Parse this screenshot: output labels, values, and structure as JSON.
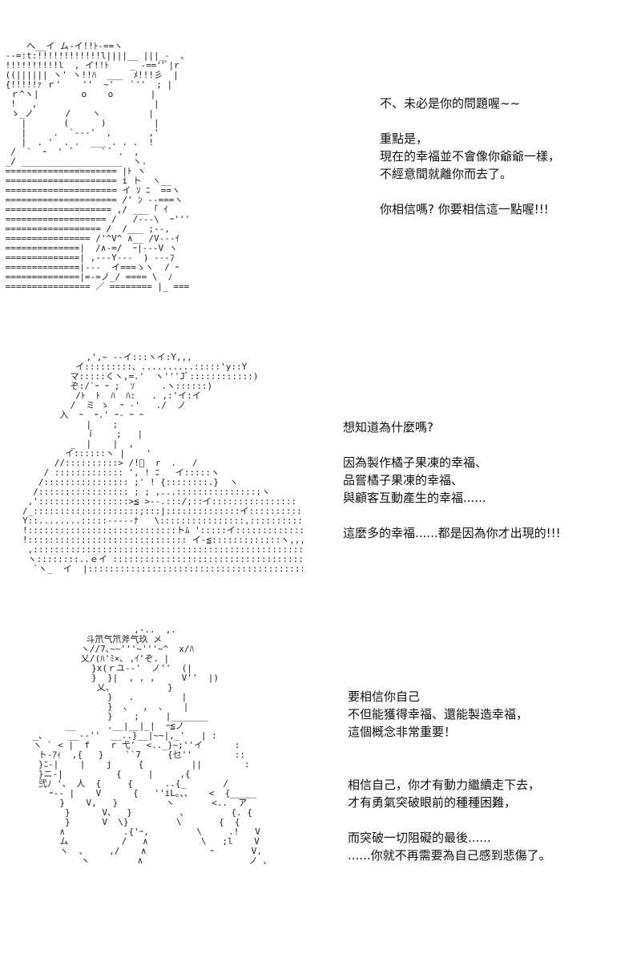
{
  "panels": [
    {
      "art": "     へ__イ ム-イ!!ﾄ-==ヽ\n --=:t:!!!!!!!!!!!!l||||__ |||_-  、\n !!!!!!!!!!l  , イ!!ﾄ    _ -==''ﾞ|r\n ((|||||| ヽ' ヽ!!ﾊ  ___  ﾒ!!!彡  |\n {!!!!!ｧ ｒ'    ''  ~'   `''  ; |\n  ｒ^ヽ|        o    o       |\n  !   ,                      |\n  ゝ_ノ      /    ヽ         |\n    |       (      )         |\n    |     .  `---'  ,       ,'\n    |  . '  . .  ___ . . .  !\n  /  `  ｰ  '  ﾞ     ` ﾞ .  ,\n _/ ___________________  ヽ.\n ===================== |ﾄ ヽ\n ===================== i ト  ヽ__\n ===================== イ ｿ ﾆ  ==ヽ\n ===================== /' ﾝ --===ヽ\n ==================== ,/ ___ ｢ ｲ\n =================== /   /---\\  ｰ'''\n ================== /  /___ ;--,\n ================ /'^V^ ∧__ /V---ｲ\n ==============|  /∧-=/  ｰ|---V ヽ\n ==============| ,---Y---  ) ---ﾌ\n ==============|---  イ===ゝヽ  / ｰ\n ==============|=-=ノ_/ ==== \\  ﾉ\n ================ ／ ======== |_ ===",
      "lines": [
        "不、未必是你的問題喔~~",
        "",
        "重點是，",
        "現在的幸福並不會像你爺爺一樣，",
        "不經意間就離你而去了。",
        "",
        "你相信嗎? 你要相信這一點喔!!!"
      ]
    },
    {
      "art": "            ,',~ --イ:::ヽイ:Y,,,\n          イ:::::::::、..........:::::'y::Y\n         マ:::::くヽ,=.'  ヽ'''Jﾟ::::::::::::)\n         ぞ:/`ｰ ｰ ;  ｿ     .ヽ::::::)\n          /ﾄ  ﾄ  ﾊ  ﾊ:   . ,:'イ:イ\n         /  ミ ゝ  ｰ -'   ./  ノ\n       入  ｰ  ｰ.' ｰ- ｰ ｰ\n            |    ;\n            ｉ    ;   |\n         _  |    |  ,\n        イ::::::ヽ |    '\n      //::::::::::> /!ﾟ  r  .   /\n    / ::::::::::::: ', ! ﾆ   イ:::::ヽ\n   /:::::::::::::::: ;' ! {::::::::.}  ヽ\n  /::::::::::::::::: ; ; ,...::::::::::::::::ヽ\n ,':::::::::::::::::>≦ >--.:::/;::イ::::::::::::::::\n/_::::::::::::::::::::;:::|::::::::::::::イ::::::::::::::\nY::........:::::-----ﾅ   \\::::::::::::::::,::::::::::\n!::::::::::::::::::::::::::::トﾑ ':::::イ::::::::::::::::::::::\n!:::::::::::::::::::::::::::::: イ-≦:::::::::::::ヽ,,,,イ::::\n ,::::::::::::::::::::::::::::::::::::::::::::::::::::::::::::\n ヽ::::::::..ｅイ ::::::::::::::::::::::::::::::::::::ヽ\n  `ヽ_  イ  |:::::::::::::::::::::::::::::::::::::::::<:::::",
      "lines": [
        "想知道為什麼嗎?",
        "",
        "因為製作橘子果凍的幸福、",
        "品嘗橘子果凍的幸福、",
        "與顧客互動產生的幸福......",
        "",
        "這麼多的幸福......都是因為你才出現的!!!"
      ]
    },
    {
      "art": "                     ,-..  ,.\n            斗笊气笊斧气玖 メ\n           ヽ//7､~~'''~'''~^  x/ﾊ\n           乂/(ﾊ'ﾐ×､ ,ｲ'ぞ. |\n             }x(ｒユ--'  ノ''  (|\n             }  }|  , , ,     V''  |)\n              乂、          }\n                }   .         |\n                }  、  ,  、   |\n                }    ;     |_______\n        __      .__|__|_|  ｰ≦ノ\n  _、    __--''  __..}__|~~|,_'   | :\n  ヽ ` < |  f    r 弋'  <.._}~;''イ      :\n   ト-ｱｨ  ,{   }    ``7     {乜''        ::\n   }ﾆ-|    |    j     {         ||        :\n   }ニ-|          {     |     ,{\n   弐ﾉ '、 人  {     {      ..{_       /\n     ｰ-- |    V      {   ''iL｡、、   <  {_____\n       }    V,   }         ヽ       <..  ア\n        }      V、  }         、        {. {\n        }      V  \\}         \\       {  {\n       ∧           .{'ｰ,         \\     .!   V\n       ム          /   ∧          \\   ;l    V\n       ヽ  、    ,/    ∧            ｰ       V,\n           ヽ         ∧                    ノ 、",
      "lines": [
        "要相信你自己",
        "不但能獲得幸福、還能製造幸福，",
        "這個概念非常重要！",
        "",
        "相信自己，你才有動力繼續走下去，",
        "才有勇氣突破眼前的種種困難，",
        "",
        "而突破一切阻礙的最後......",
        "......你就不再需要為自己感到悲傷了。"
      ]
    }
  ]
}
